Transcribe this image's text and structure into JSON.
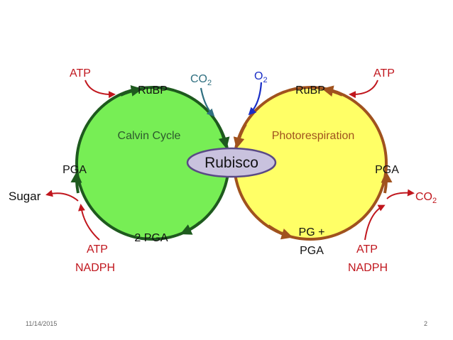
{
  "colors": {
    "calvin_fill": "#77ee55",
    "calvin_stroke": "#1e5a1e",
    "photo_fill": "#ffff66",
    "photo_stroke": "#a0521e",
    "rubisco_fill": "#c9c2de",
    "rubisco_stroke": "#5a4a85",
    "red": "#c0161d",
    "co2_teal": "#2f6f80",
    "o2_blue": "#1a2ec6",
    "black_text": "#111111"
  },
  "labels": {
    "calvin_cycle": "Calvin Cycle",
    "photorespiration": "Photorespiration",
    "rubisco": "Rubisco",
    "rubp_left": "RuBP",
    "rubp_right": "RuBP",
    "atp_top_left": "ATP",
    "atp_top_right": "ATP",
    "co2_top_main": "CO",
    "co2_top_sub": "2",
    "o2_top_main": "O",
    "o2_top_sub": "2",
    "pga_left": "PGA",
    "pga_right": "PGA",
    "sugar": "Sugar",
    "co2_right_main": "CO",
    "co2_right_sub": "2",
    "two_pga": "2 PGA",
    "pg_plus": "PG +",
    "pga_bottom": "PGA",
    "atp_bottom_left": "ATP",
    "nadph_bottom_left": "NADPH",
    "atp_bottom_right": "ATP",
    "nadph_bottom_right": "NADPH"
  },
  "footer": {
    "date": "11/14/2015",
    "page": "2"
  }
}
